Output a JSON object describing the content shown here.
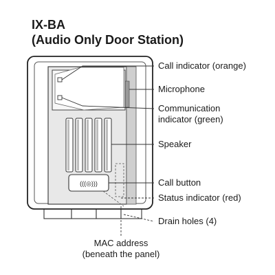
{
  "diagram": {
    "title": "IX-BA",
    "subtitle": "(Audio Only Door Station)",
    "callouts": {
      "call_indicator": "Call indicator (orange)",
      "microphone": "Microphone",
      "communication_indicator_line1": "Communication",
      "communication_indicator_line2": "indicator (green)",
      "speaker": "Speaker",
      "call_button": "Call button",
      "status_indicator": "Status indicator (red)",
      "drain_holes": "Drain holes (4)"
    },
    "bottom_caption": {
      "line1": "MAC address",
      "line2": "(beneath the panel)"
    },
    "call_button_symbol": "(((◎)))"
  }
}
